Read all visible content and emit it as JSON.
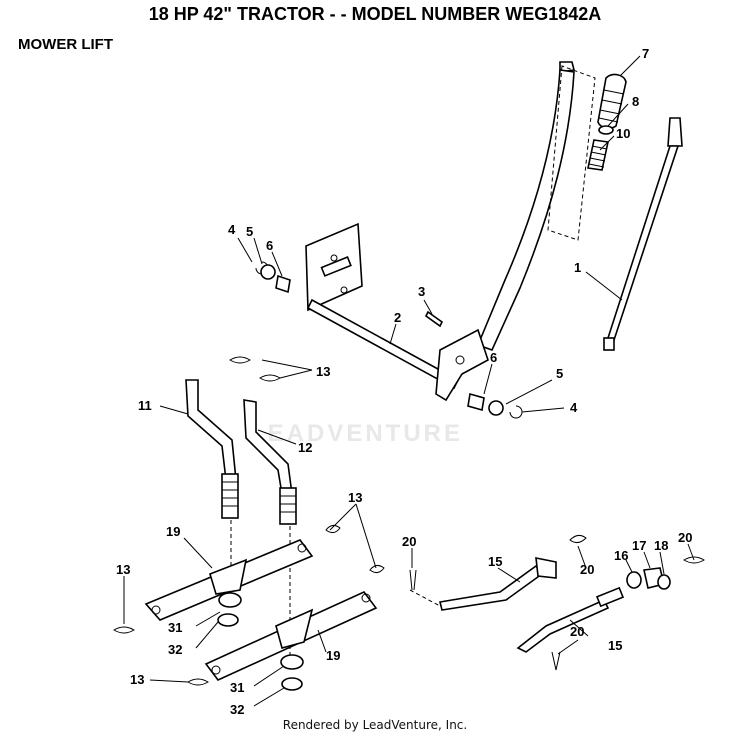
{
  "header": {
    "title": "18 HP 42\" TRACTOR - - MODEL NUMBER WEG1842A",
    "section": "MOWER LIFT"
  },
  "watermark": "LEADVENTURE",
  "footer": {
    "text": "Rendered by LeadVenture, Inc."
  },
  "callouts": {
    "c1": "1",
    "c2": "2",
    "c3": "3",
    "c4a": "4",
    "c4b": "4",
    "c5a": "5",
    "c5b": "5",
    "c6a": "6",
    "c6b": "6",
    "c7": "7",
    "c8": "8",
    "c10": "10",
    "c11": "11",
    "c12": "12",
    "c13a": "13",
    "c13b": "13",
    "c13c": "13",
    "c13d": "13",
    "c15a": "15",
    "c15b": "15",
    "c16": "16",
    "c17": "17",
    "c18": "18",
    "c19a": "19",
    "c19b": "19",
    "c20a": "20",
    "c20b": "20",
    "c20c": "20",
    "c20d": "20",
    "c31a": "31",
    "c31b": "31",
    "c32a": "32",
    "c32b": "32"
  }
}
